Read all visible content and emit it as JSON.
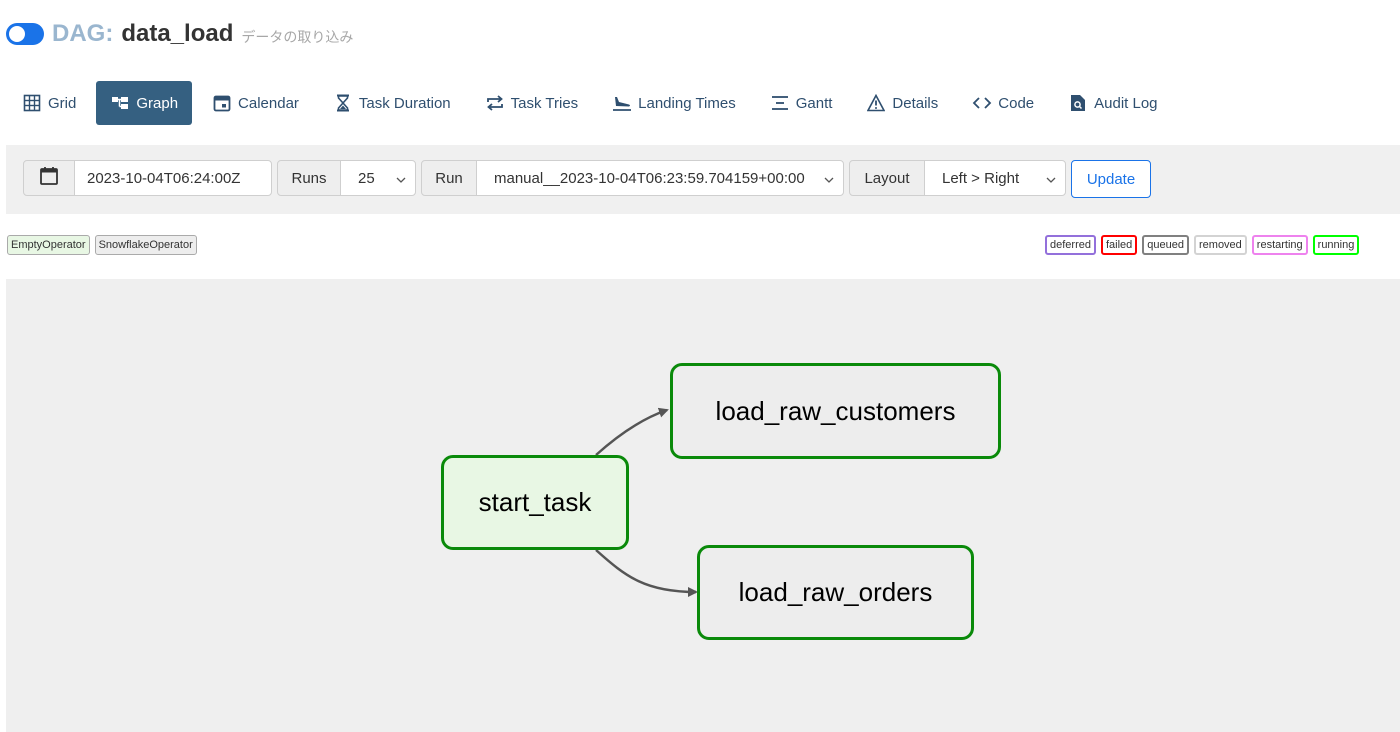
{
  "header": {
    "prefix": "DAG:",
    "dag_id": "data_load",
    "description": "データの取り込み",
    "toggle_on": true
  },
  "tabs": [
    {
      "label": "Grid",
      "icon": "grid-icon",
      "active": false
    },
    {
      "label": "Graph",
      "icon": "graph-icon",
      "active": true
    },
    {
      "label": "Calendar",
      "icon": "calendar-icon",
      "active": false
    },
    {
      "label": "Task Duration",
      "icon": "hourglass-icon",
      "active": false
    },
    {
      "label": "Task Tries",
      "icon": "retry-arrows-icon",
      "active": false
    },
    {
      "label": "Landing Times",
      "icon": "plane-landing-icon",
      "active": false
    },
    {
      "label": "Gantt",
      "icon": "gantt-icon",
      "active": false
    },
    {
      "label": "Details",
      "icon": "warning-triangle-icon",
      "active": false
    },
    {
      "label": "Code",
      "icon": "code-brackets-icon",
      "active": false
    },
    {
      "label": "Audit Log",
      "icon": "file-search-icon",
      "active": false
    }
  ],
  "filters": {
    "execution_date": "2023-10-04T06:24:00Z",
    "runs_label": "Runs",
    "runs_value": "25",
    "run_label": "Run",
    "run_value": "manual__2023-10-04T06:23:59.704159+00:00",
    "layout_label": "Layout",
    "layout_value": "Left > Right",
    "update_label": "Update"
  },
  "legend": {
    "operators": [
      {
        "label": "EmptyOperator",
        "color": "#e8f7e4"
      },
      {
        "label": "SnowflakeOperator",
        "color": "#ededed"
      }
    ],
    "states": [
      {
        "label": "deferred",
        "color": "#9370db"
      },
      {
        "label": "failed",
        "color": "#ff0000"
      },
      {
        "label": "queued",
        "color": "#808080"
      },
      {
        "label": "removed",
        "color": "#d3d3d3"
      },
      {
        "label": "restarting",
        "color": "#ee82ee"
      },
      {
        "label": "running",
        "color": "#00ff00"
      }
    ]
  },
  "graph": {
    "success_color": "#008000",
    "nodes": [
      {
        "id": "start_task",
        "label": "start_task",
        "operator": "EmptyOperator",
        "fill": "#e8f7e4"
      },
      {
        "id": "load_raw_customers",
        "label": "load_raw_customers",
        "operator": "SnowflakeOperator",
        "fill": "#ededed"
      },
      {
        "id": "load_raw_orders",
        "label": "load_raw_orders",
        "operator": "SnowflakeOperator",
        "fill": "#ededed"
      }
    ],
    "edges": [
      {
        "from": "start_task",
        "to": "load_raw_customers"
      },
      {
        "from": "start_task",
        "to": "load_raw_orders"
      }
    ]
  }
}
